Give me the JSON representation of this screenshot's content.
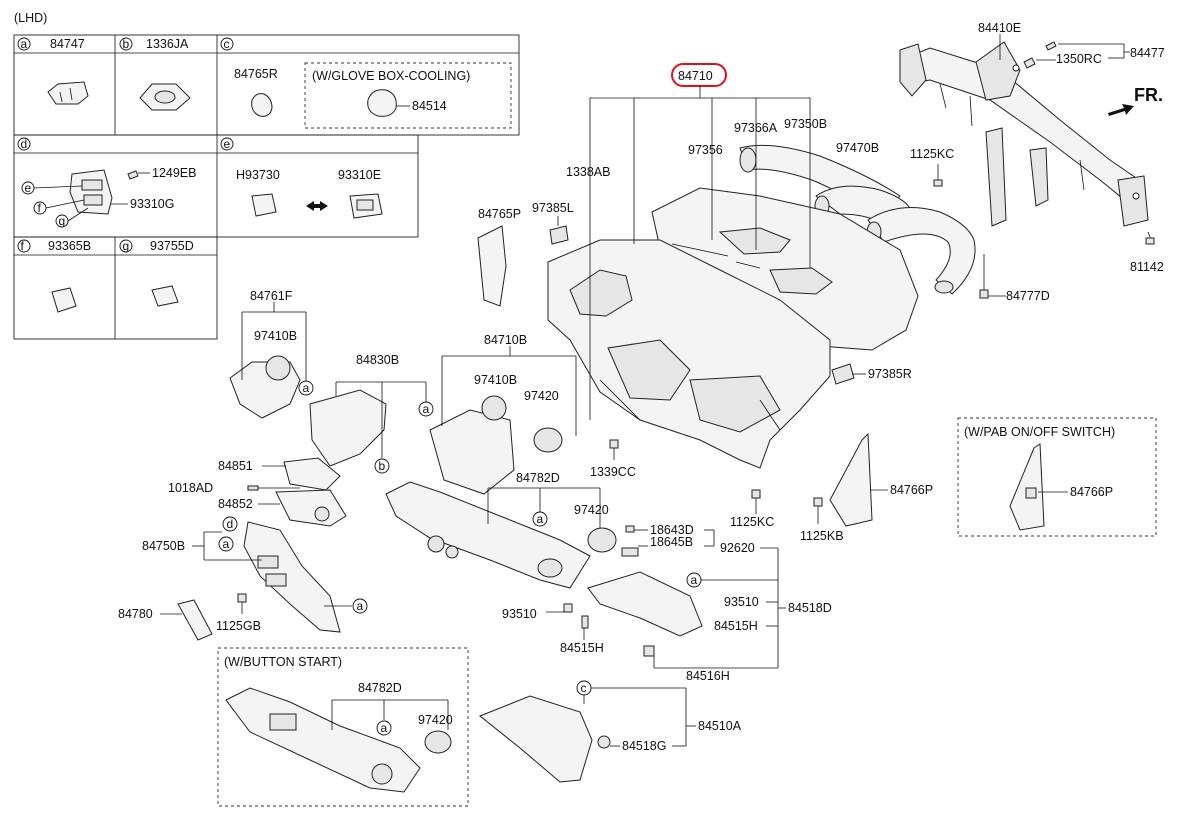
{
  "header": {
    "variant": "(LHD)",
    "direction": "FR."
  },
  "highlight": {
    "part": "84710",
    "color": "#e0101a"
  },
  "legend": {
    "cells": [
      {
        "key": "a",
        "part": "84747"
      },
      {
        "key": "b",
        "part": "1336JA"
      },
      {
        "key": "c",
        "note": "(W/GLOVE BOX-COOLING)",
        "parts": [
          "84765R",
          "84514"
        ]
      },
      {
        "key": "d",
        "parts": [
          "1249EB",
          "93310G"
        ],
        "sub_keys": [
          "e",
          "f",
          "g"
        ]
      },
      {
        "key": "e",
        "parts": [
          "H93730",
          "93310E"
        ]
      },
      {
        "key": "f",
        "part": "93365B"
      },
      {
        "key": "g",
        "part": "93755D"
      }
    ]
  },
  "callouts": {
    "p84410E": "84410E",
    "p84477": "84477",
    "p1350RC": "1350RC",
    "p97366A": "97366A",
    "p97350B": "97350B",
    "p97356": "97356",
    "p1338AB": "1338AB",
    "p97470B": "97470B",
    "p1125KC_top": "1125KC",
    "p81142": "81142",
    "p84777D": "84777D",
    "p84765P": "84765P",
    "p97385L": "97385L",
    "p84761F": "84761F",
    "p97410B_a": "97410B",
    "p84830B": "84830B",
    "p84710B": "84710B",
    "p97410B_b": "97410B",
    "p97420_a": "97420",
    "p97385R": "97385R",
    "p1339CC": "1339CC",
    "p84851": "84851",
    "p1018AD": "1018AD",
    "p84852": "84852",
    "p84782D": "84782D",
    "p97420_b": "97420",
    "p84766P": "84766P",
    "p1125KC_bot": "1125KC",
    "p1125KB": "1125KB",
    "p84750B": "84750B",
    "p18643D": "18643D",
    "p18645B": "18645B",
    "p92620": "92620",
    "p84780": "84780",
    "p1125GB": "1125GB",
    "p93510_l": "93510",
    "p93510_r": "93510",
    "p84518D": "84518D",
    "p84515H_l": "84515H",
    "p84515H_r": "84515H",
    "p84516H": "84516H",
    "p84510A": "84510A",
    "p84518G": "84518G"
  },
  "pab_box": {
    "note": "(W/PAB ON/OFF SWITCH)",
    "part": "84766P"
  },
  "button_start_box": {
    "note": "(W/BUTTON START)",
    "parts": [
      "84782D",
      "97420"
    ]
  }
}
